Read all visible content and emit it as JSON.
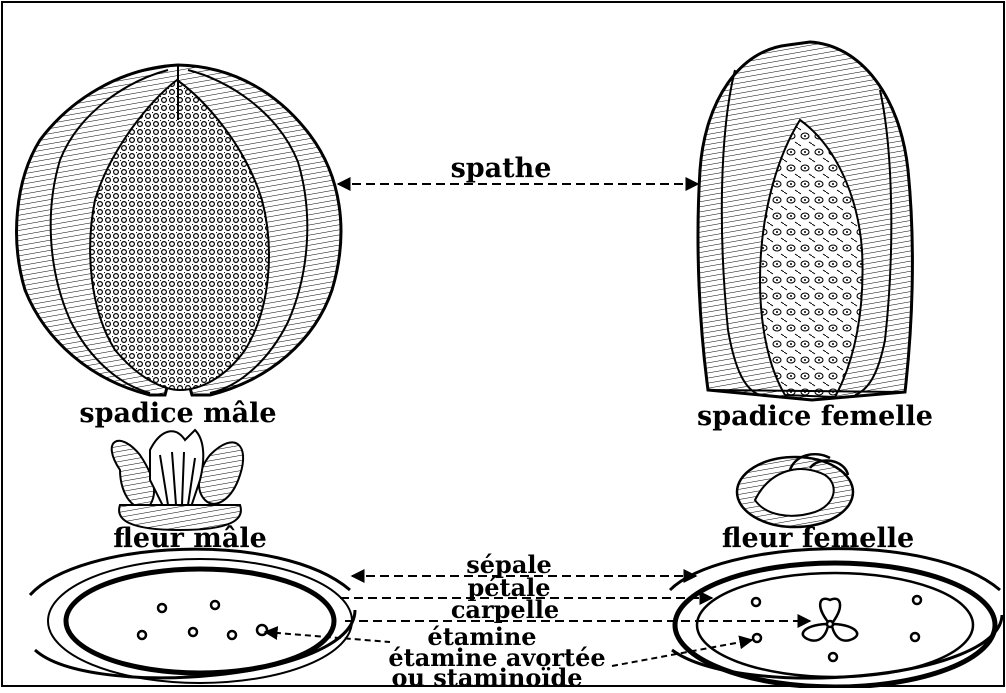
{
  "labels": {
    "spathe": "spathe",
    "male_spadix": "spadice mâle",
    "female_spadix": "spadice femelle",
    "male_flower": "fleur mâle",
    "female_flower": "fleur femelle",
    "sepal": "sépale",
    "petal": "pétale",
    "carpel": "carpelle",
    "stamen": "étamine",
    "aborted_stamen_line1": "étamine avortée",
    "aborted_stamen_line2": "ou staminoïde"
  }
}
